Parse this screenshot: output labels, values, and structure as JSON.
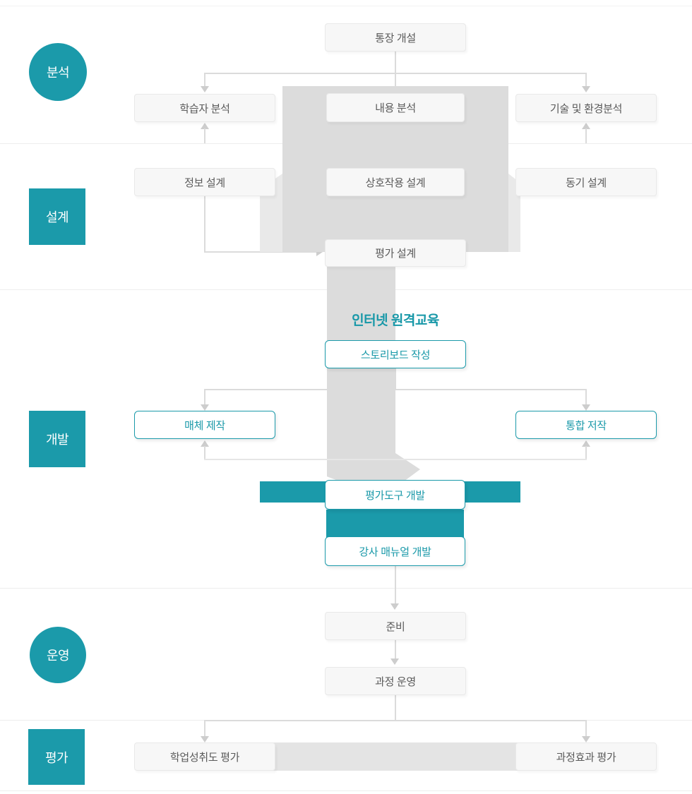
{
  "colors": {
    "teal": "#1b9aaa",
    "teal_text": "#1898a8",
    "gray_block": "#dcdcdc",
    "gray_wing": "#e9e9e9",
    "connector": "#dbdbdb",
    "box_background": "#f7f7f7"
  },
  "stages": [
    {
      "label": "분석",
      "shape": "circle"
    },
    {
      "label": "설계",
      "shape": "square"
    },
    {
      "label": "개발",
      "shape": "square"
    },
    {
      "label": "운영",
      "shape": "circle"
    },
    {
      "label": "평가",
      "shape": "square"
    }
  ],
  "flow": {
    "analysis": {
      "top": "통장 개설",
      "row": [
        "학습자 분석",
        "내용 분석",
        "기술 및 환경분석"
      ]
    },
    "design": {
      "row": [
        "정보 설계",
        "상호작용 설계",
        "동기 설계"
      ],
      "evaluation_design": "평가 설계"
    },
    "development": {
      "title": "인터넷 원격교육",
      "storyboard": "스토리보드 작성",
      "media": "매체 제작",
      "authoring": "통합 저작",
      "eval_tool": "평가도구 개발",
      "manual": "강사 매뉴얼 개발"
    },
    "operation": {
      "prepare": "준비",
      "operate": "과정 운영"
    },
    "evaluation": {
      "achievement": "학업성취도 평가",
      "effect": "과정효과 평가"
    }
  }
}
